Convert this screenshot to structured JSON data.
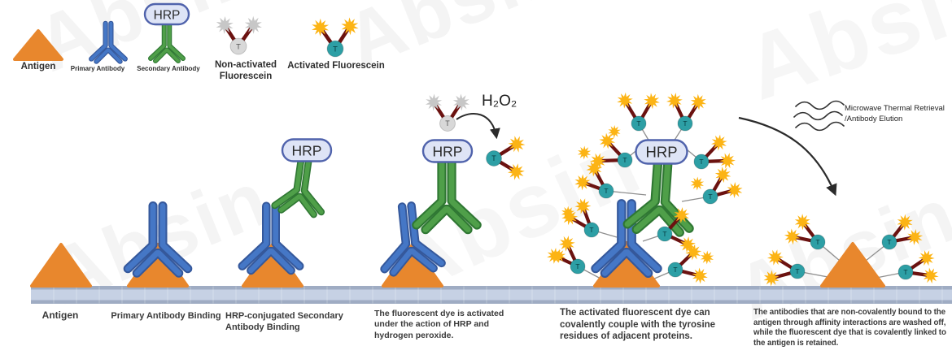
{
  "watermark": "Absin",
  "glyphs": {
    "hrp": "HRP",
    "t": "T",
    "h2o2": "H₂O₂"
  },
  "legend": {
    "antigen": "Antigen",
    "primary": "Primary Antibody",
    "secondary": "Secondary Antibody",
    "non_activated": "Non-activated\nFluorescein",
    "activated": "Activated Fluorescein"
  },
  "annotations": {
    "microwave": "Microwave Thermal Retrieval\n/Antibody Elution"
  },
  "steps": [
    {
      "caption": "Antigen"
    },
    {
      "caption": "Primary Antibody Binding"
    },
    {
      "caption": "HRP-conjugated Secondary Antibody Binding"
    },
    {
      "caption": "The fluorescent dye is activated under the action of HRP and hydrogen peroxide."
    },
    {
      "caption": "The activated fluorescent dye can covalently couple with the tyrosine residues of adjacent proteins."
    },
    {
      "caption": "The antibodies that are non-covalently bound to the antigen through affinity interactions are washed off, while the fluorescent dye that is covalently linked to the antigen is retained."
    }
  ],
  "colors": {
    "antigen": "#E8872D",
    "primary_antibody": "#4577C6",
    "primary_antibody_dark": "#35589B",
    "secondary_antibody": "#4F9F49",
    "secondary_antibody_dark": "#2F7733",
    "hrp_fill": "#DEE4F6",
    "hrp_border": "#5063AC",
    "tyramide_active": "#2D9FA5",
    "tyramide_inactive": "#D8D8D8",
    "star_active": "#FCB415",
    "star_inactive": "#C7C7C7",
    "linker": "#6B1210",
    "membrane_mid": "#C6D1E4",
    "membrane_edge": "#9FACC3"
  }
}
